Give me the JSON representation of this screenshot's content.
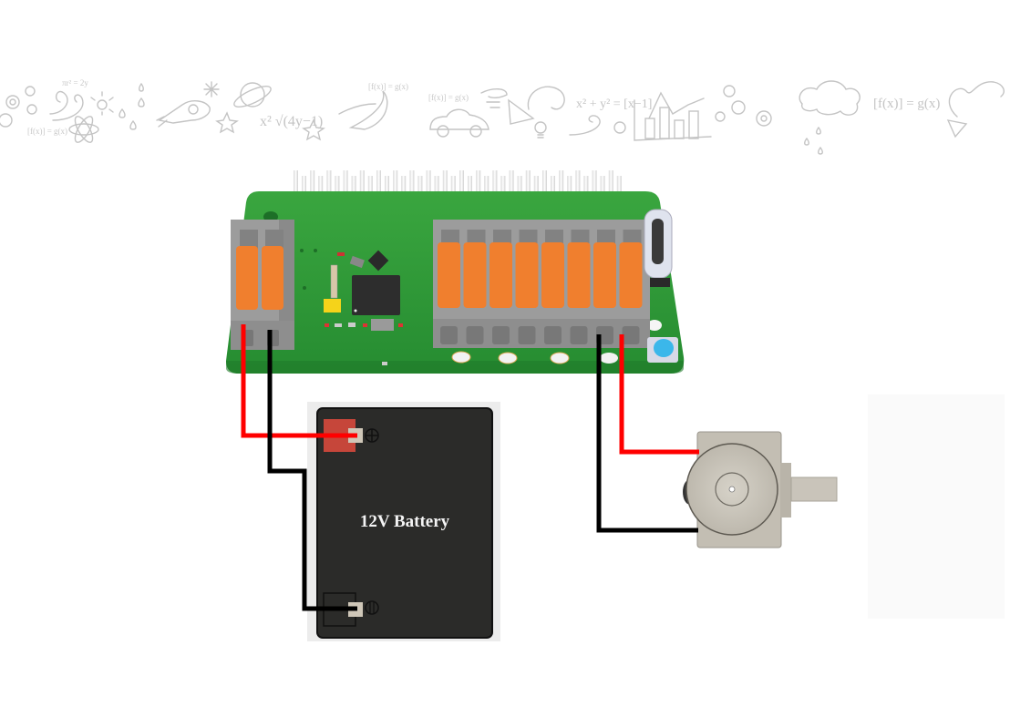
{
  "header": {
    "banner": "doodle-banner",
    "doodles": [
      "gears-icon",
      "swirl-icon",
      "atom-icon",
      "sun-icon",
      "droplets-icon",
      "rocket-icon",
      "star-icon",
      "planet-icon",
      "sqrt-formula",
      "comet-icon",
      "car-icon",
      "tornado-icon",
      "paper-plane-icon",
      "lightbulb-icon",
      "chart-icon",
      "cloud-icon",
      "function-formula",
      "loop-arrow-icon"
    ],
    "formulas": [
      "πr² = 2y",
      "[f(x)] = g(x)",
      "x² √(4y−1)",
      "x² + y² = [x−1]",
      "[f(x)] = g(x)"
    ]
  },
  "diagram": {
    "board": {
      "name": "controller-board",
      "pcb_color": "#2e9e3a",
      "header_pin_count": 20,
      "power_terminal_slots": 2,
      "io_terminal_slots": 8,
      "lever_color": "#f07f2e",
      "housing_color": "#9a9a9a",
      "button_color": "#3bb7ea",
      "usb": "usb-c-port"
    },
    "battery": {
      "label": "12V Battery",
      "body_color": "#2b2b29",
      "positive_terminal": "+",
      "negative_terminal": "−",
      "positive_color": "#c6463a"
    },
    "motor": {
      "name": "dc-motor",
      "body_color": "#c9c5bb"
    },
    "wires": [
      {
        "id": "battery-positive",
        "color": "#ff0000",
        "from": "power terminal 1",
        "to": "battery +"
      },
      {
        "id": "battery-negative",
        "color": "#000000",
        "from": "power terminal 2",
        "to": "battery −"
      },
      {
        "id": "motor-negative",
        "color": "#000000",
        "from": "io terminal 7",
        "to": "motor"
      },
      {
        "id": "motor-positive",
        "color": "#ff0000",
        "from": "io terminal 8",
        "to": "motor"
      }
    ]
  }
}
